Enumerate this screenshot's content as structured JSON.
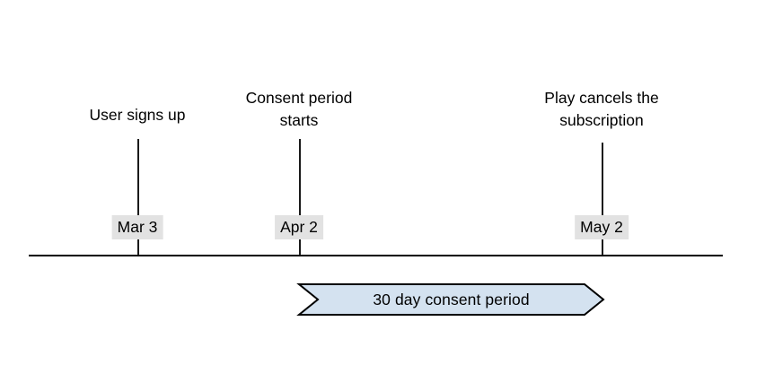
{
  "diagram": {
    "type": "timeline",
    "title": "",
    "axis": {
      "name": "timeline-axis",
      "color": "#000000"
    },
    "events": [
      {
        "label": "User signs up",
        "date": "Mar 3",
        "name": "user-signs-up"
      },
      {
        "label": "Consent period\nstarts",
        "date": "Apr 2",
        "name": "consent-period-starts"
      },
      {
        "label": "Play cancels the\nsubscription",
        "date": "May 2",
        "name": "play-cancels-subscription"
      }
    ],
    "period_banner": {
      "label": "30 day consent period",
      "fill_color": "#d4e2f0",
      "border_color": "#000000",
      "from_date": "Apr 2",
      "to_date": "May 2"
    },
    "colors": {
      "background": "#ffffff",
      "line": "#000000",
      "date_chip_background": "#e2e2e2",
      "banner_fill": "#d4e2f0"
    }
  }
}
